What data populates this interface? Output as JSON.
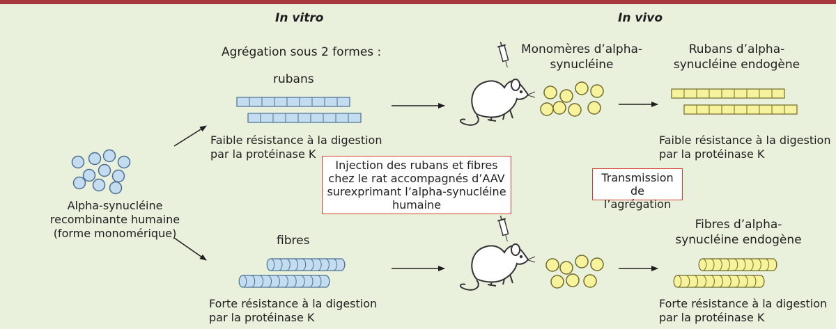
{
  "headers": {
    "in_vitro": "In vitro",
    "in_vivo": "In vivo"
  },
  "left": {
    "label_line1": "Alpha-synucléine",
    "label_line2": "recombinante humaine",
    "label_line3": "(forme monomérique)"
  },
  "aggregation_title": "Agrégation sous 2 formes :",
  "rubans": {
    "label": "rubans",
    "desc_line1": "Faible résistance à la digestion",
    "desc_line2": "par la protéinase K"
  },
  "fibres": {
    "label": "fibres",
    "desc_line1": "Forte résistance à la digestion",
    "desc_line2": "par la protéinase K"
  },
  "injection_box": {
    "line1": "Injection des rubans et fibres",
    "line2": "chez le rat accompagnés d’AAV",
    "line3": "surexprimant l’alpha-synucléine",
    "line4": "humaine"
  },
  "monomers": {
    "line1": "Monomères d’alpha-",
    "line2": "synucléine"
  },
  "transmission_box": {
    "line1": "Transmission",
    "line2": "de l’agrégation"
  },
  "endo_rubans": {
    "line1": "Rubans d’alpha-",
    "line2": "synucléine endogène",
    "desc_line1": "Faible résistance à la digestion",
    "desc_line2": "par la protéinase K"
  },
  "endo_fibres": {
    "line1": "Fibres d’alpha-",
    "line2": "synucléine endogène",
    "desc_line1": "Forte résistance à la digestion",
    "desc_line2": "par la protéinase K"
  },
  "colors": {
    "background": "#e9f0dc",
    "top_bar": "#a8373d",
    "box_border": "#d3402d",
    "blue_fill": "#c4dcef",
    "blue_stroke": "#4a6f92",
    "yellow_fill": "#f7f29c",
    "yellow_stroke": "#6f6a28"
  }
}
